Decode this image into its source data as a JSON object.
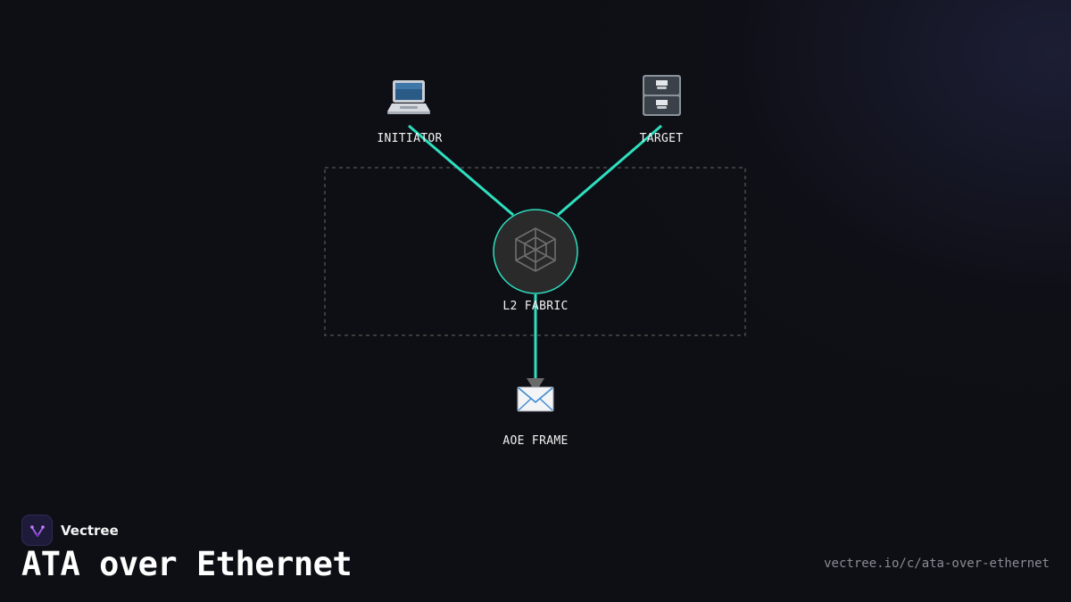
{
  "diagram": {
    "nodes": [
      {
        "id": "initiator",
        "label": "INITIATOR",
        "icon": "laptop-icon"
      },
      {
        "id": "target",
        "label": "TARGET",
        "icon": "file-cabinet-icon"
      },
      {
        "id": "fabric",
        "label": "L2 FABRIC",
        "icon": "spider-web-icon"
      },
      {
        "id": "frame",
        "label": "AOE FRAME",
        "icon": "envelope-icon"
      }
    ],
    "edges": [
      {
        "from": "initiator",
        "to": "fabric"
      },
      {
        "from": "target",
        "to": "fabric"
      },
      {
        "from": "fabric",
        "to": "frame",
        "arrow": true
      }
    ],
    "group": {
      "style": "dashed"
    }
  },
  "colors": {
    "accent": "#2de0c0",
    "background": "#0e0f14",
    "node_fill": "#2a2a2a",
    "group_border": "#4a4a4a",
    "arrow": "#6a6a6a"
  },
  "footer": {
    "brand": "Vectree",
    "brand_icon": "vectree-logo-icon",
    "title": "ATA over Ethernet",
    "url": "vectree.io/c/ata-over-ethernet"
  }
}
